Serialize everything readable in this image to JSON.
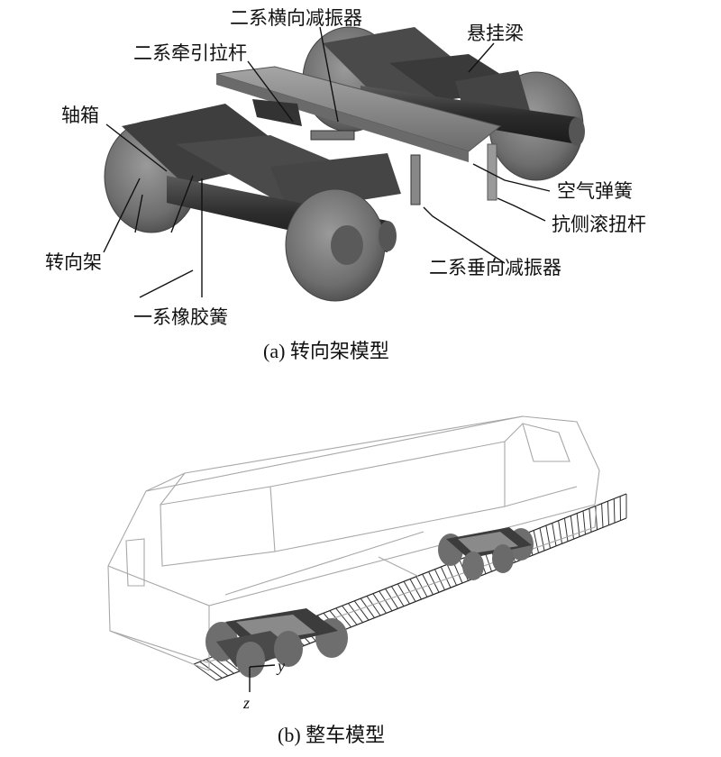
{
  "bogie_labels": {
    "lateral_damper": "二系横向减振器",
    "suspension_beam": "悬挂梁",
    "traction_rod": "二系牵引拉杆",
    "axle_box": "轴箱",
    "air_spring": "空气弹簧",
    "anti_roll_bar": "抗侧滚扭杆",
    "bogie_frame": "转向架",
    "vertical_damper": "二系垂向减振器",
    "primary_rubber_spring": "一系橡胶簧"
  },
  "captions": {
    "a": "(a) 转向架模型",
    "b": "(b) 整车模型"
  },
  "axes": {
    "y": "y",
    "z": "z"
  },
  "colors": {
    "wheel": "#707070",
    "frame": "#3c3c3c",
    "axle": "#2a2a2a",
    "bolster": "#8a8a8a",
    "wire": "#a8a8a8"
  }
}
